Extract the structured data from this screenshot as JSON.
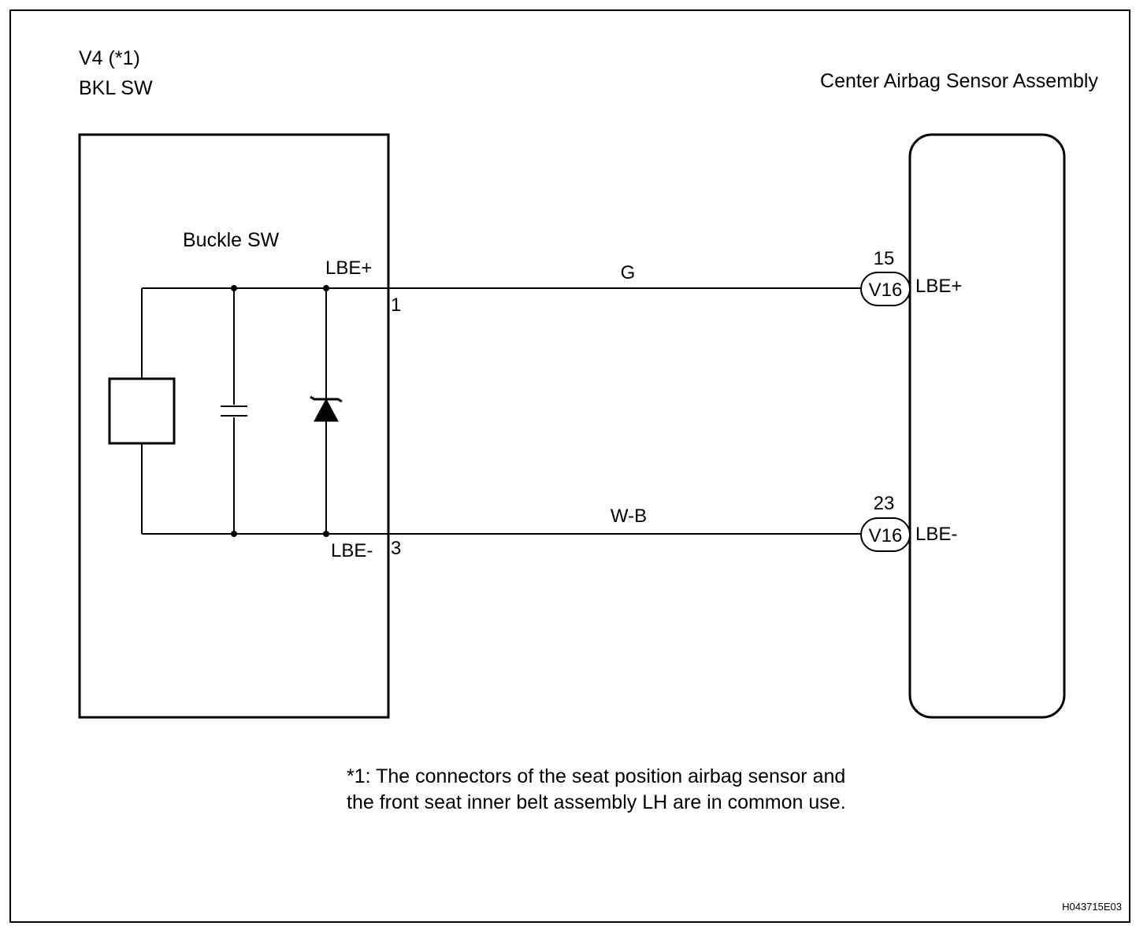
{
  "component_left": {
    "connector_code": "V4 (*1)",
    "name": "BKL SW",
    "internal_label": "Buckle SW"
  },
  "component_right": {
    "name": "Center Airbag Sensor Assembly"
  },
  "wires": [
    {
      "color": "G",
      "left_terminal_name": "LBE+",
      "left_pin": "1",
      "right_pin": "15",
      "right_connector": "V16",
      "right_terminal_name": "LBE+"
    },
    {
      "color": "W-B",
      "left_terminal_name": "LBE-",
      "left_pin": "3",
      "right_pin": "23",
      "right_connector": "V16",
      "right_terminal_name": "LBE-"
    }
  ],
  "footnote": {
    "line1": "*1: The connectors of the seat position airbag sensor and",
    "line2": "the front seat inner belt assembly LH are in common use."
  },
  "figure_code": "H043715E03"
}
